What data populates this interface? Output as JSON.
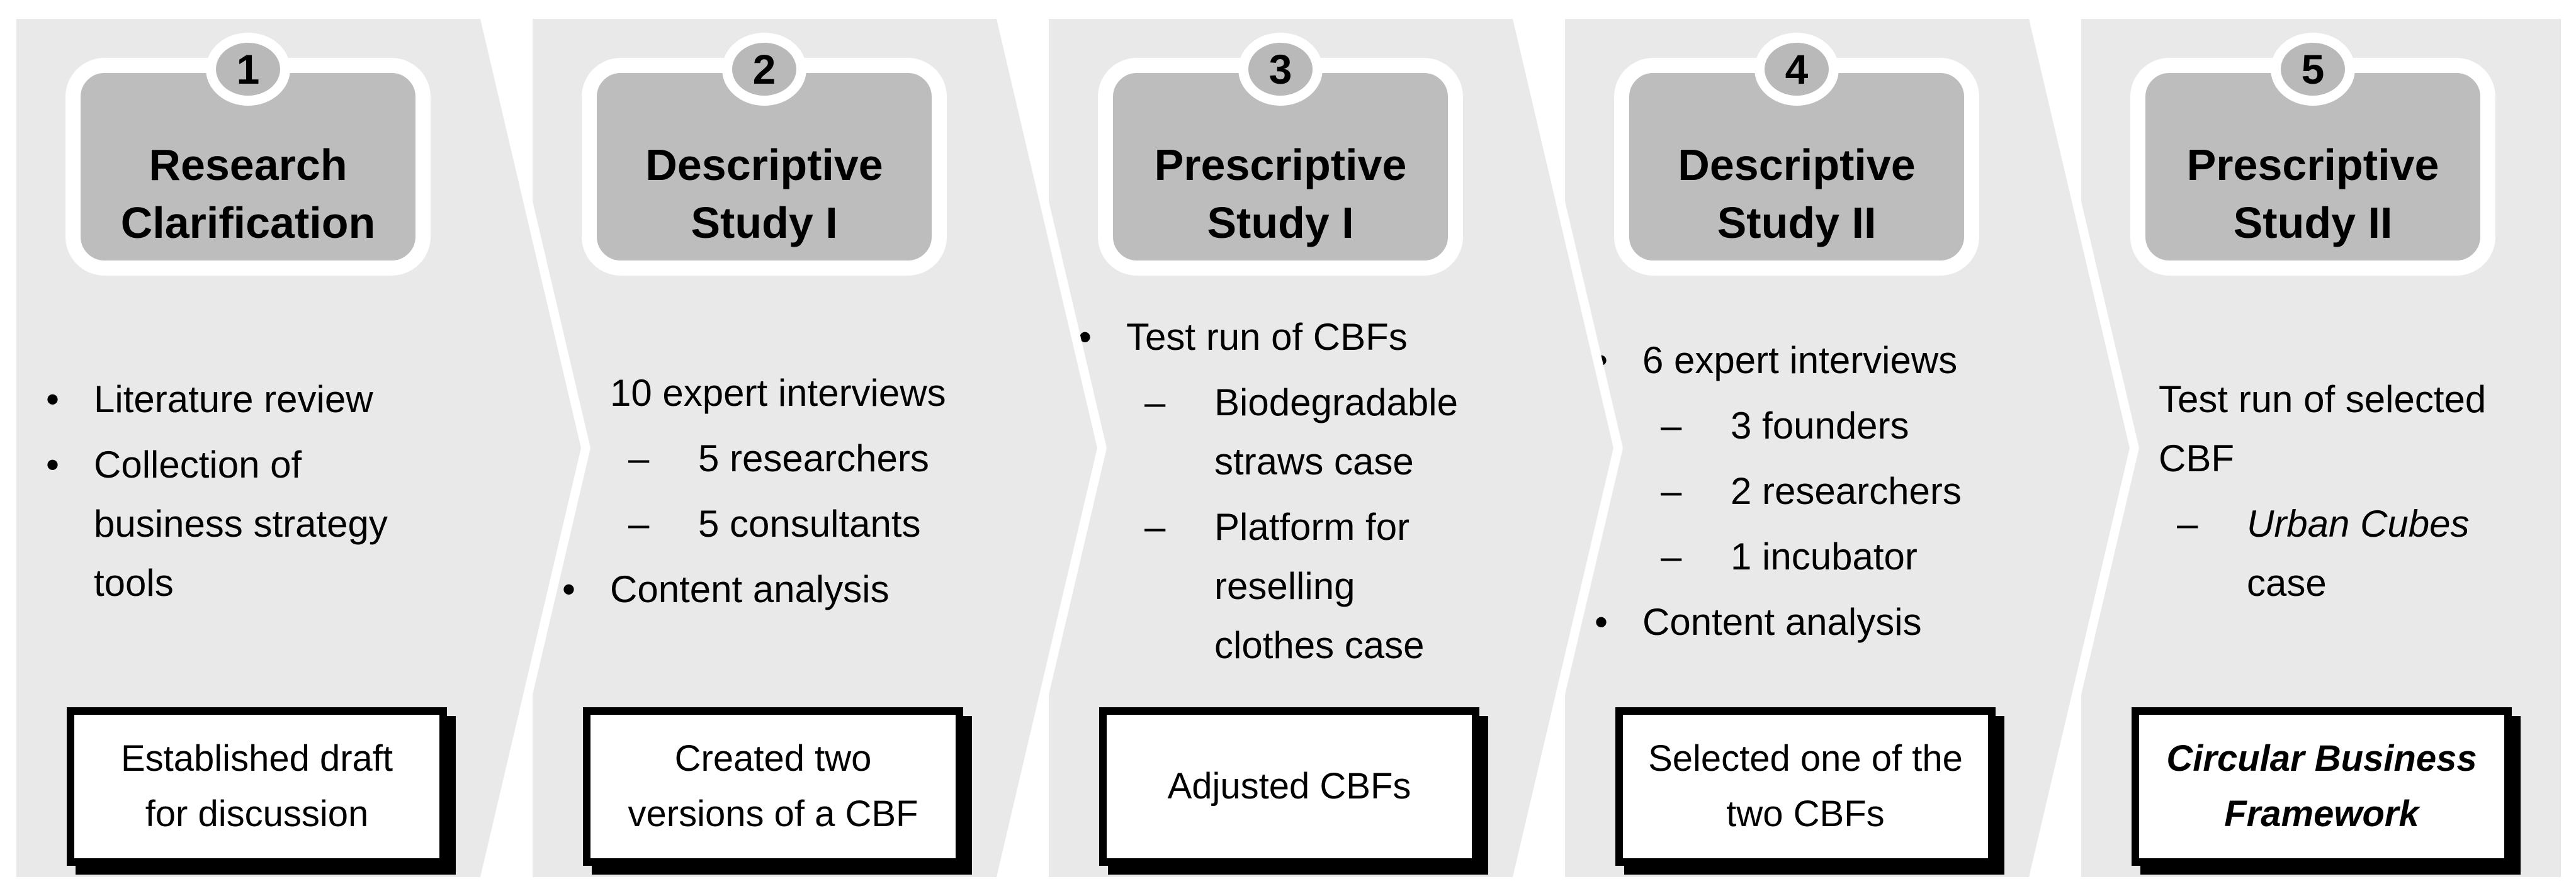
{
  "icons": {
    "bullet": "•",
    "dash": "–"
  },
  "colors": {
    "page_bg": "#ffffff",
    "panel_bg": "#e9e9e9",
    "header_fill": "#bdbdbd",
    "badge_fill": "#b9b9b9",
    "outline": "#ffffff",
    "text": "#000000",
    "result_bg": "#ffffff",
    "result_border": "#000000"
  },
  "panels": [
    {
      "number": "1",
      "title": "Research\nClarification",
      "items": [
        {
          "text": "Literature review"
        },
        {
          "text": "Collection of\nbusiness strategy\ntools"
        }
      ],
      "result": "Established draft\nfor discussion"
    },
    {
      "number": "2",
      "title": "Descriptive\nStudy I",
      "items": [
        {
          "text": "10 expert interviews"
        },
        {
          "text": "5 researchers",
          "sub": true
        },
        {
          "text": "5 consultants",
          "sub": true
        },
        {
          "text": "Content analysis"
        }
      ],
      "result": "Created two\nversions of a CBF"
    },
    {
      "number": "3",
      "title": "Prescriptive\nStudy I",
      "items": [
        {
          "text": "Test run of CBFs"
        },
        {
          "text": "Biodegradable\nstraws case",
          "sub": true
        },
        {
          "text": "Platform for\nreselling\nclothes case",
          "sub": true
        }
      ],
      "result": "Adjusted CBFs"
    },
    {
      "number": "4",
      "title": "Descriptive\nStudy II",
      "items": [
        {
          "text": "6 expert interviews"
        },
        {
          "text": "3 founders",
          "sub": true
        },
        {
          "text": "2 researchers",
          "sub": true
        },
        {
          "text": "1 incubator",
          "sub": true
        },
        {
          "text": "Content analysis"
        }
      ],
      "result": "Selected one of the\ntwo CBFs"
    },
    {
      "number": "5",
      "title": "Prescriptive\nStudy II",
      "items": [
        {
          "text": "Test run of selected\nCBF"
        },
        {
          "italic_text": "Urban Cubes",
          "text": "case",
          "sub": true
        }
      ],
      "result": "Circular Business\nFramework",
      "result_emphasis": true
    }
  ]
}
